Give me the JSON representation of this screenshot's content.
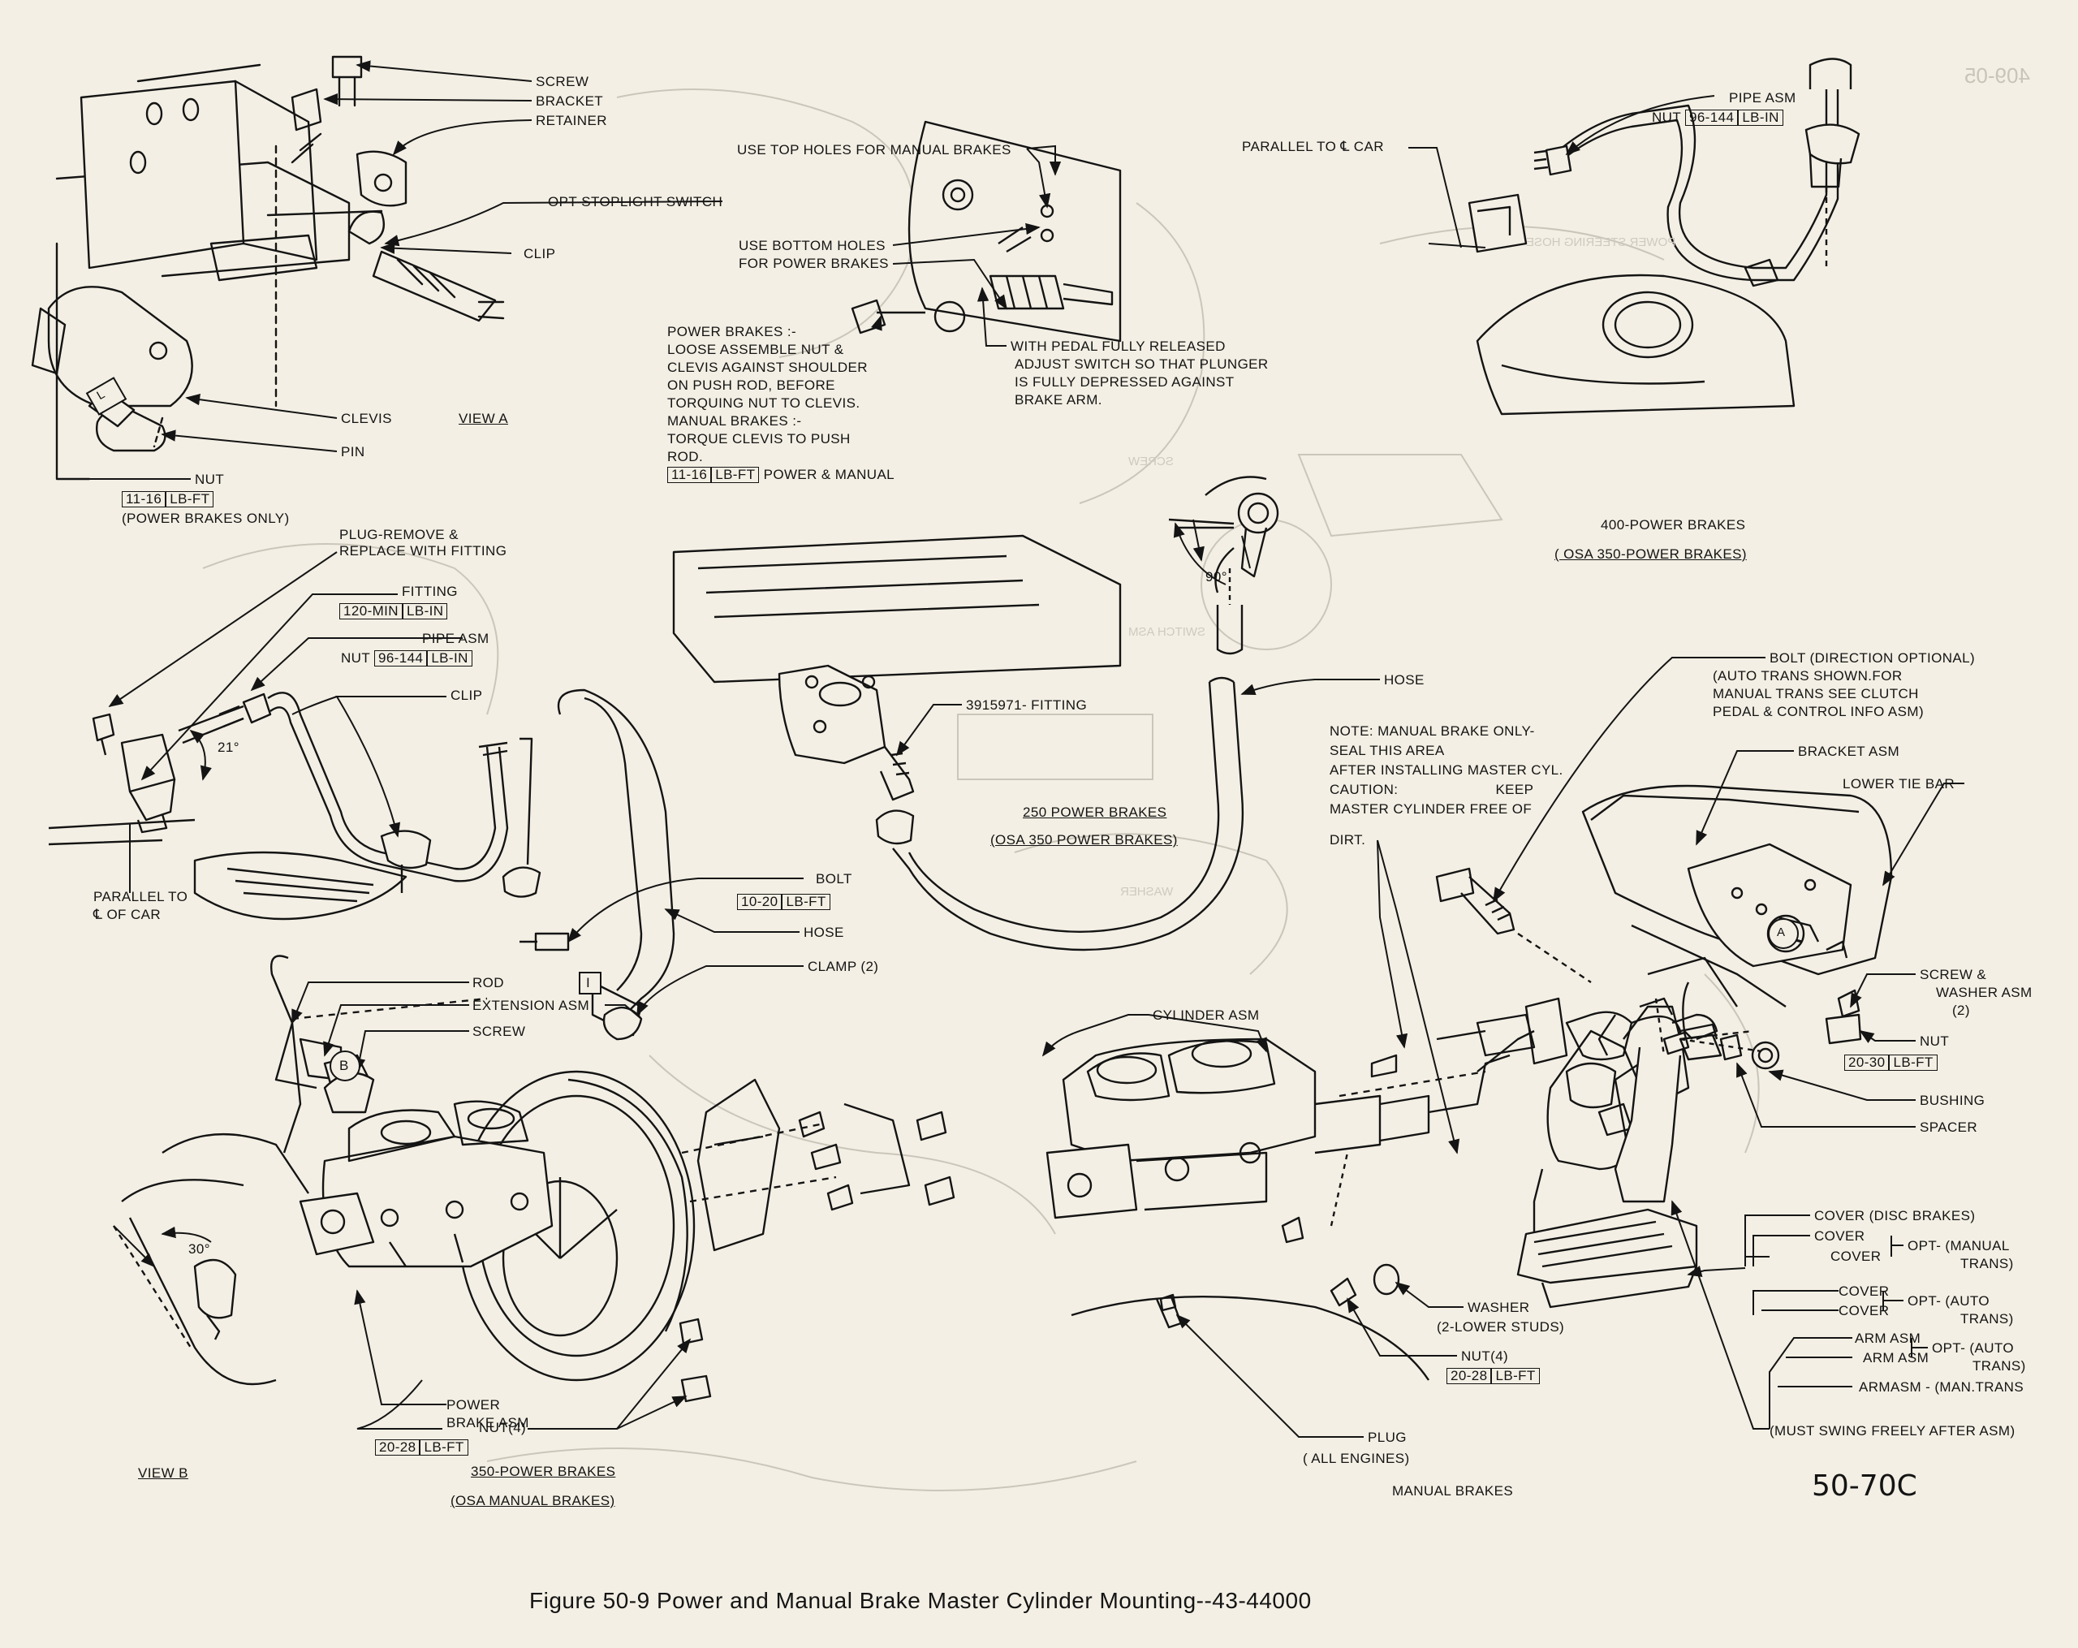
{
  "caption": "Figure 50-9 Power and Manual Brake Master Cylinder Mounting--43-44000",
  "figure_number": "50-70C",
  "page_number": "409-05",
  "bleed_text": [
    "POWER STEERING HOSE",
    "SWITCH ASM",
    "WASHER",
    "SCREW"
  ],
  "view_a": {
    "title": "VIEW A",
    "screw": "SCREW",
    "bracket": "BRACKET",
    "retainer": "RETAINER",
    "stoplight": "OPT-STOPLIGHT SWITCH",
    "clip": "CLIP",
    "clevis": "CLEVIS",
    "pin": "PIN",
    "nut": "NUT",
    "nut_torque": "11-16",
    "nut_unit": "LB-FT",
    "nut_note": "(POWER BRAKES ONLY)",
    "tag": "L"
  },
  "top_center": {
    "top_holes": "USE TOP HOLES FOR MANUAL BRAKES",
    "bottom_holes_1": "USE BOTTOM HOLES",
    "bottom_holes_2": "FOR POWER BRAKES",
    "pb_1": "POWER BRAKES :-",
    "pb_2": "LOOSE ASSEMBLE NUT &",
    "pb_3": "CLEVIS AGAINST SHOULDER",
    "pb_4": "ON PUSH ROD, BEFORE",
    "pb_5": "TORQUING NUT TO CLEVIS.",
    "pb_6": "MANUAL BRAKES :-",
    "pb_7": "TORQUE CLEVIS TO PUSH",
    "pb_8": "ROD.",
    "torque": "11-16",
    "unit": "LB-FT",
    "torque_note": "POWER & MANUAL",
    "pedal_1": "WITH PEDAL FULLY RELEASED",
    "pedal_2": "ADJUST SWITCH SO THAT PLUNGER",
    "pedal_3": "IS FULLY DEPRESSED AGAINST",
    "pedal_4": "BRAKE ARM."
  },
  "top_right": {
    "parallel": "PARALLEL TO ℄ CAR",
    "pipe": "PIPE ASM",
    "nut": "NUT",
    "nut_torque": "96-144",
    "nut_unit": "LB-IN",
    "title": "400-POWER BRAKES",
    "subtitle": "( OSA 350-POWER BRAKES)"
  },
  "left_mid": {
    "plug_1": "PLUG-REMOVE &",
    "plug_2": "REPLACE WITH FITTING",
    "fitting": "FITTING",
    "fitting_torque": "120-MIN",
    "fitting_unit": "LB-IN",
    "pipe": "PIPE ASM",
    "nut": "NUT",
    "nut_torque": "96-144",
    "nut_unit": "LB-IN",
    "clip": "CLIP",
    "angle": "21°",
    "parallel_1": "PARALLEL TO",
    "parallel_2": "℄ OF CAR",
    "bolt": "BOLT",
    "bolt_torque": "10-20",
    "bolt_unit": "LB-FT",
    "hose": "HOSE",
    "clamp": "CLAMP (2)",
    "tag_i": "I",
    "rod": "ROD",
    "extension": "EXTENSION ASM",
    "screw": "SCREW"
  },
  "center": {
    "fitting": "3915971- FITTING",
    "title": "250 POWER BRAKES",
    "subtitle": "(OSA 350 POWER BRAKES)",
    "angle": "90°",
    "hose": "HOSE"
  },
  "note": {
    "l1": "NOTE: MANUAL BRAKE ONLY-",
    "l2": "SEAL THIS AREA",
    "l3": "AFTER INSTALLING MASTER CYL.",
    "l4a": "CAUTION:",
    "l4b": "KEEP",
    "l5": "MASTER CYLINDER FREE OF",
    "l6": "DIRT."
  },
  "bottom_left": {
    "view_b": "VIEW B",
    "angle": "30°",
    "power_brake_1": "POWER",
    "power_brake_2": "BRAKE ASM",
    "nut": "NUT(4)",
    "nut_torque": "20-28",
    "nut_unit": "LB-FT",
    "title": "350-POWER BRAKES",
    "subtitle": "(OSA MANUAL BRAKES)",
    "tag_b": "B"
  },
  "bottom_center": {
    "cylinder": "CYLINDER ASM",
    "washer": "WASHER",
    "washer_note": "(2-LOWER STUDS)",
    "nut": "NUT(4)",
    "nut_torque": "20-28",
    "nut_unit": "LB-FT",
    "plug": "PLUG",
    "plug_note": "( ALL ENGINES)",
    "title": "MANUAL BRAKES"
  },
  "right": {
    "bolt": "BOLT (DIRECTION OPTIONAL)",
    "bolt_n1": "(AUTO TRANS SHOWN.FOR",
    "bolt_n2": "MANUAL TRANS SEE CLUTCH",
    "bolt_n3": "PEDAL & CONTROL INFO ASM)",
    "bracket": "BRACKET ASM",
    "tie_bar": "LOWER TIE BAR",
    "screw_1": "SCREW &",
    "screw_2": "WASHER ASM",
    "screw_3": "(2)",
    "nut": "NUT",
    "nut_torque": "20-30",
    "nut_unit": "LB-FT",
    "bushing": "BUSHING",
    "spacer": "SPACER",
    "tag_a": "A",
    "cover_disc": "COVER (DISC BRAKES)",
    "cover_1": "COVER",
    "cover_2": "COVER",
    "opt_manual_1": "OPT- (MANUAL",
    "opt_manual_2": "TRANS)",
    "cover_3": "COVER",
    "cover_4": "COVER",
    "opt_auto_1": "OPT- (AUTO",
    "opt_auto_2": "TRANS)",
    "arm_1": "ARM ASM",
    "arm_2": "ARM ASM",
    "opt_auto2_1": "OPT- (AUTO",
    "opt_auto2_2": "TRANS)",
    "arm_3": "ARMASM - (MAN.TRANS",
    "swing": "(MUST SWING FREELY AFTER ASM)"
  }
}
